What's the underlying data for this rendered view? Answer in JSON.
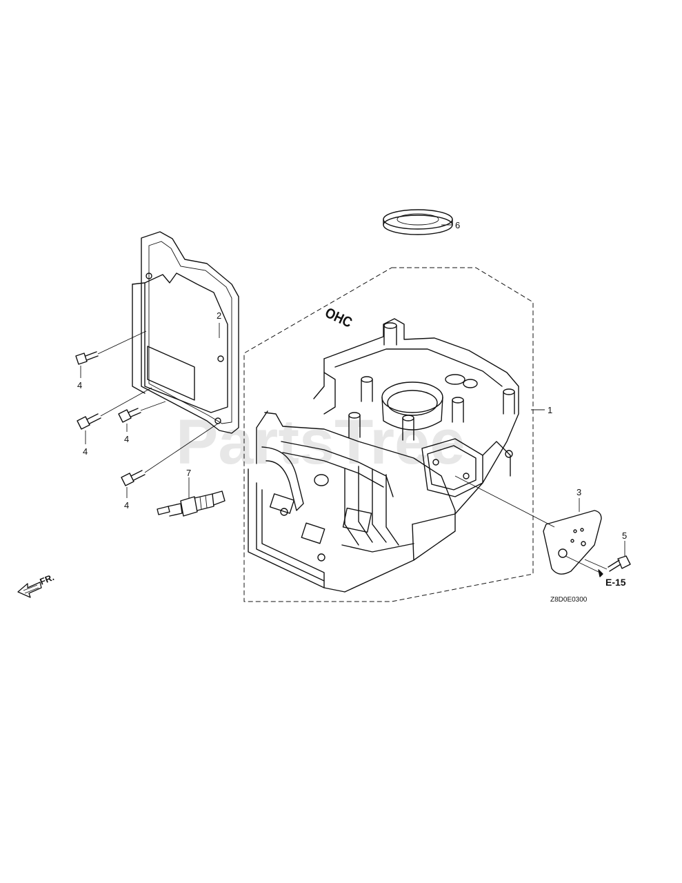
{
  "watermark": "PartsTree",
  "direction_label": "FR.",
  "callouts": {
    "engine_block": "1",
    "head_cover": "2",
    "gasket": "3",
    "bolt_a": "4",
    "bolt_b": "4",
    "bolt_c": "4",
    "bolt_d": "4",
    "flange_bolt": "5",
    "oil_seal": "6",
    "spark_plug": "7"
  },
  "head_cover_text": "OHC",
  "cross_reference": "E-15",
  "diagram_code": "Z8D0E0300"
}
